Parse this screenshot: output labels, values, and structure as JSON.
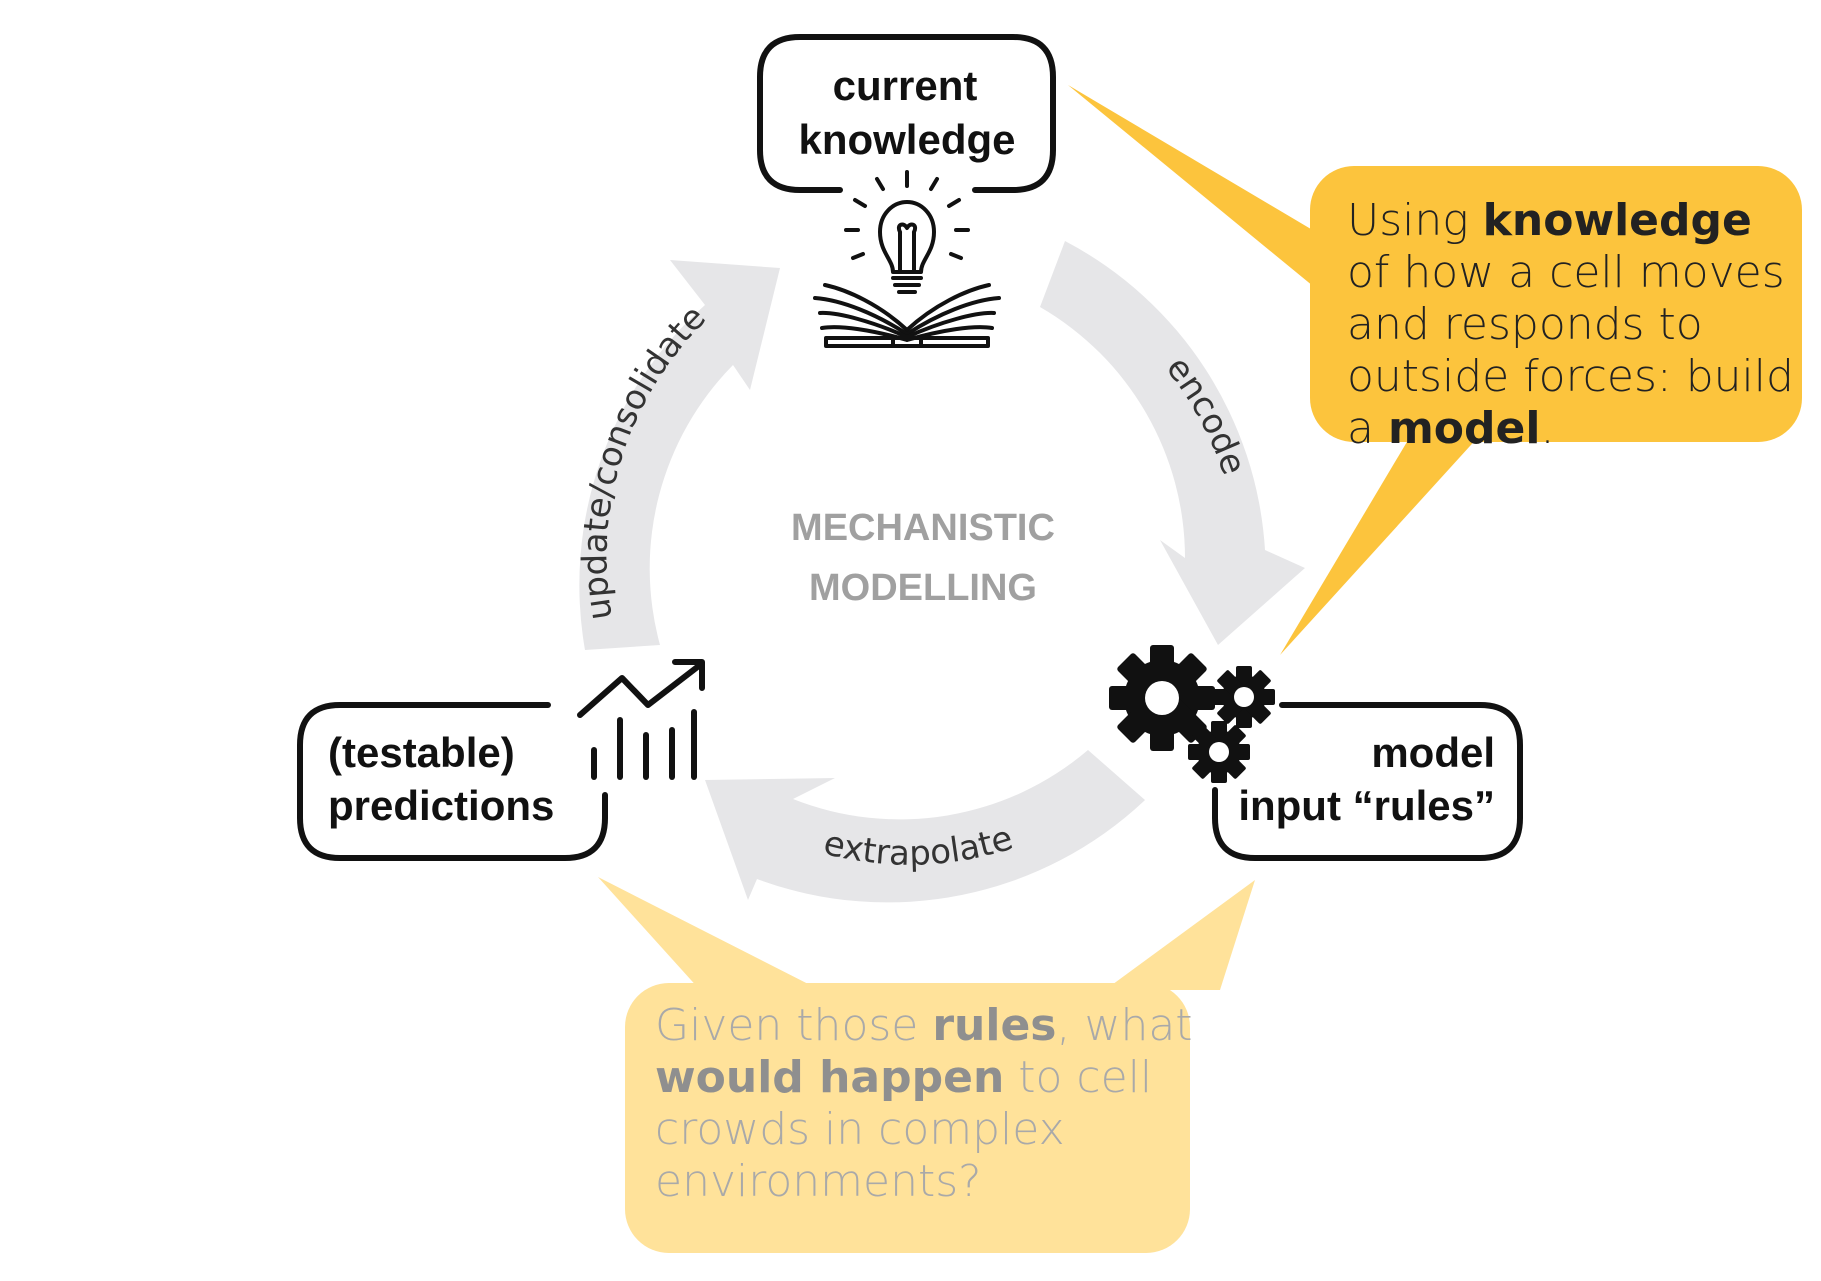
{
  "nodes": {
    "knowledge": {
      "line1": "current",
      "line2": "knowledge"
    },
    "rules": {
      "line1": "model",
      "line2": "input “rules”"
    },
    "predictions": {
      "line1": "(testable)",
      "line2": "predictions"
    }
  },
  "center": {
    "line1": "MECHANISTIC",
    "line2": "MODELLING"
  },
  "arrows": {
    "encode": "encode",
    "extrapolate": "extrapolate",
    "update": "update/consolidate"
  },
  "callout_top": {
    "t1": "Using ",
    "b1": "knowledge",
    "t2": " of how a cell moves and responds to outside forces: build a ",
    "b2": "model",
    "t3": "."
  },
  "callout_bottom": {
    "t1": "Given those ",
    "b1": "rules",
    "t2": ", what ",
    "b2": "would happen",
    "t3": " to cell crowds in complex environments?"
  },
  "colors": {
    "callout_top": "#fcc43d",
    "callout_bottom": "#ffe29a",
    "cycle_arrow": "#e6e6e8",
    "outline": "#111111"
  },
  "icons": [
    "lightbulb-book-icon",
    "gears-icon",
    "trend-chart-icon"
  ]
}
